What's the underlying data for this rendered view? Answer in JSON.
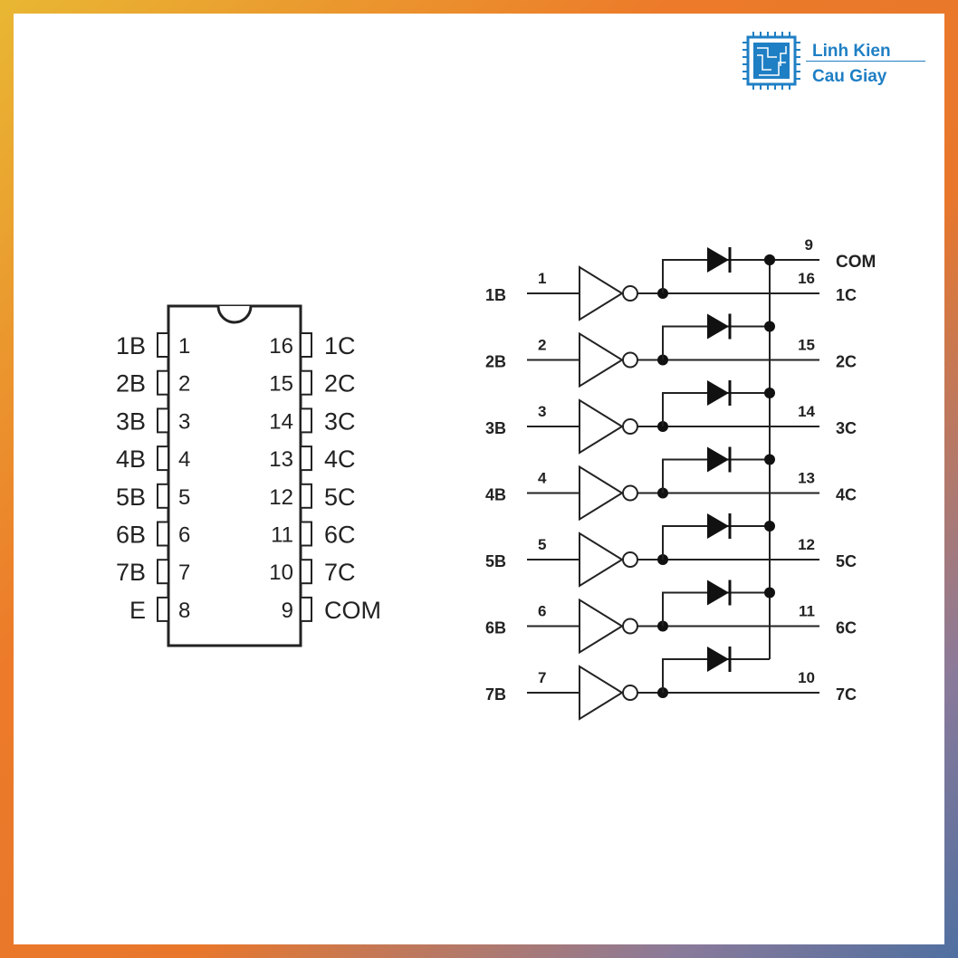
{
  "brand": {
    "line1": "Linh Kien",
    "line2": "Cau Giay",
    "color": "#1f7fc4",
    "icon": "chip-icon"
  },
  "pinout": {
    "left": [
      {
        "name": "1B",
        "num": "1"
      },
      {
        "name": "2B",
        "num": "2"
      },
      {
        "name": "3B",
        "num": "3"
      },
      {
        "name": "4B",
        "num": "4"
      },
      {
        "name": "5B",
        "num": "5"
      },
      {
        "name": "6B",
        "num": "6"
      },
      {
        "name": "7B",
        "num": "7"
      },
      {
        "name": "E",
        "num": "8"
      }
    ],
    "right": [
      {
        "name": "1C",
        "num": "16"
      },
      {
        "name": "2C",
        "num": "15"
      },
      {
        "name": "3C",
        "num": "14"
      },
      {
        "name": "4C",
        "num": "13"
      },
      {
        "name": "5C",
        "num": "12"
      },
      {
        "name": "6C",
        "num": "11"
      },
      {
        "name": "7C",
        "num": "10"
      },
      {
        "name": "COM",
        "num": "9"
      }
    ]
  },
  "schematic": {
    "com": {
      "name": "COM",
      "num": "9"
    },
    "channels": [
      {
        "in": "1B",
        "in_pin": "1",
        "out": "1C",
        "out_pin": "16"
      },
      {
        "in": "2B",
        "in_pin": "2",
        "out": "2C",
        "out_pin": "15"
      },
      {
        "in": "3B",
        "in_pin": "3",
        "out": "3C",
        "out_pin": "14"
      },
      {
        "in": "4B",
        "in_pin": "4",
        "out": "4C",
        "out_pin": "13"
      },
      {
        "in": "5B",
        "in_pin": "5",
        "out": "5C",
        "out_pin": "12"
      },
      {
        "in": "6B",
        "in_pin": "6",
        "out": "6C",
        "out_pin": "11"
      },
      {
        "in": "7B",
        "in_pin": "7",
        "out": "7C",
        "out_pin": "10"
      }
    ]
  }
}
